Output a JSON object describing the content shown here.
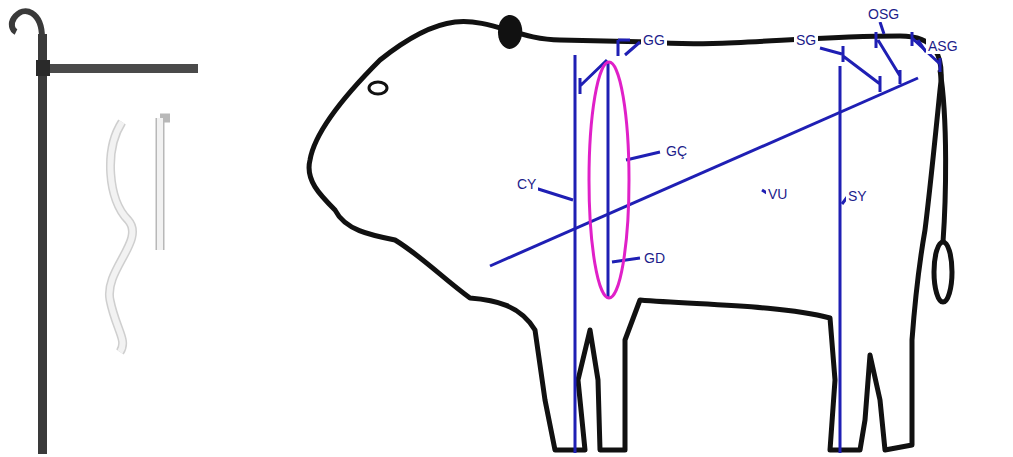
{
  "diagram": {
    "labels": [
      "GG",
      "GÇ",
      "CY",
      "VU",
      "GD",
      "SG",
      "OSG",
      "ASG",
      "SY"
    ]
  }
}
